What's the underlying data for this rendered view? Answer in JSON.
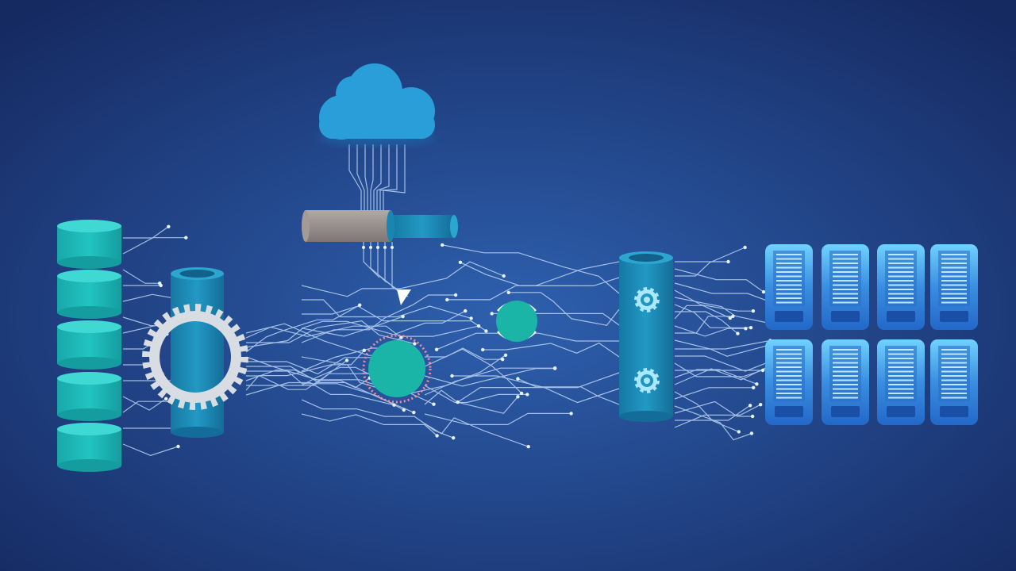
{
  "scene": {
    "description_type": "data-pipeline-illustration",
    "icons": [
      "database-icon",
      "pipe-icon",
      "gear-icon",
      "cloud-icon",
      "circuit-hub-icon",
      "server-icon"
    ],
    "database_count": 5,
    "server_rows": 2,
    "server_columns": 4
  },
  "colors": {
    "background_center": "#2e60ae",
    "background_edge": "#182c66",
    "database": "#1fbcbc",
    "database_top": "#40d8d2",
    "pipe": "#1c8cb6",
    "cloud": "#2a9ed8",
    "hub": "#1bb5a8",
    "server_light": "#6fd2ff",
    "server_dark": "#2368c8",
    "circuit": "#cfe6ff"
  }
}
